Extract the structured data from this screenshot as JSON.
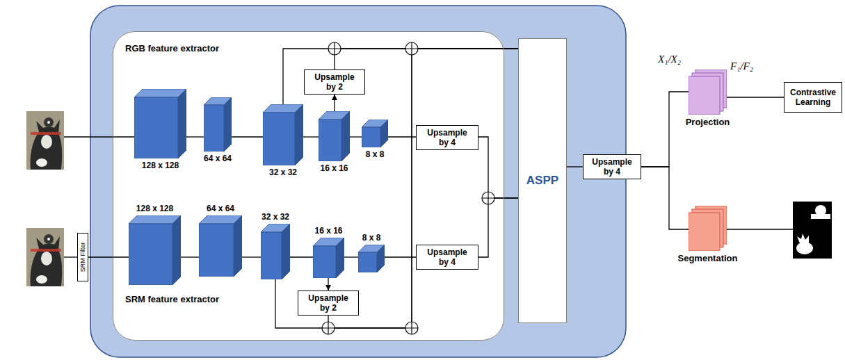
{
  "diagram": {
    "nodes": [
      {
        "text": [
          "RGB feature extractor",
          "SRM feature extractor"
        ]
      },
      {
        "text": [
          "128 x 128"
        ],
        "in": 0
      },
      {
        "text": [
          "64 x 64"
        ],
        "in": 0
      },
      {
        "text": [
          "32 x 32"
        ],
        "in": 0
      },
      {
        "text": [
          "Upsample by 2"
        ],
        "in": 0
      },
      {
        "text": [
          "16 x 16"
        ],
        "in": 0
      },
      {
        "text": [
          "8 x 8"
        ],
        "in": 0
      },
      {
        "text": [
          "Upsample by 4"
        ],
        "in": 0
      },
      {
        "text": [
          "SRM Filter"
        ]
      },
      {
        "text": [
          "128 x 128"
        ],
        "in": 0
      },
      {
        "text": [
          "64 x 64"
        ],
        "in": 0
      },
      {
        "text": [
          "32 x 32"
        ],
        "in": 0
      },
      {
        "text": [
          "16 x 16"
        ],
        "in": 0
      },
      {
        "text": [
          "8 x 8"
        ],
        "in": 0
      },
      {
        "text": [
          "Upsample by 4"
        ],
        "in": 0
      },
      {
        "text": [
          "Upsample by 2"
        ],
        "in": 0
      },
      {
        "text": [
          "ASPP"
        ]
      },
      {
        "text": [
          "Upsample by 4"
        ]
      },
      {
        "text": [
          "Projection"
        ]
      },
      {
        "text": [
          "Contrastive Learning"
        ]
      },
      {
        "text": [
          "Segmentation"
        ]
      }
    ],
    "edges": [
      {
        "from": 1,
        "to": 2,
        "arrow": "none"
      },
      {
        "from": 2,
        "to": 3,
        "arrow": "none"
      },
      {
        "from": 3,
        "to": 5,
        "arrow": "none"
      },
      {
        "from": 5,
        "to": 6,
        "arrow": "none"
      },
      {
        "from": 5,
        "to": 4,
        "arrow": "to"
      },
      {
        "from": 3,
        "to": 16,
        "arrow": "none"
      },
      {
        "from": 4,
        "to": 16,
        "arrow": "none"
      },
      {
        "from": 6,
        "to": 7,
        "arrow": "none"
      },
      {
        "from": 7,
        "to": 16,
        "arrow": "none"
      },
      {
        "from": 8,
        "to": 9,
        "arrow": "none"
      },
      {
        "from": 9,
        "to": 10,
        "arrow": "none"
      },
      {
        "from": 10,
        "to": 11,
        "arrow": "none"
      },
      {
        "from": 11,
        "to": 12,
        "arrow": "none"
      },
      {
        "from": 12,
        "to": 13,
        "arrow": "none"
      },
      {
        "from": 12,
        "to": 15,
        "arrow": "to"
      },
      {
        "from": 11,
        "to": 16,
        "arrow": "none"
      },
      {
        "from": 15,
        "to": 16,
        "arrow": "none"
      },
      {
        "from": 13,
        "to": 14,
        "arrow": "none"
      },
      {
        "from": 14,
        "to": 16,
        "arrow": "none"
      },
      {
        "from": 16,
        "to": 17,
        "arrow": "none"
      },
      {
        "from": 17,
        "to": 18,
        "arrow": "none"
      },
      {
        "from": 17,
        "to": 20,
        "arrow": "none"
      },
      {
        "from": 18,
        "to": 19,
        "arrow": "none"
      }
    ],
    "labels": [
      "X₁/X₂",
      "F₁/F₂"
    ]
  }
}
